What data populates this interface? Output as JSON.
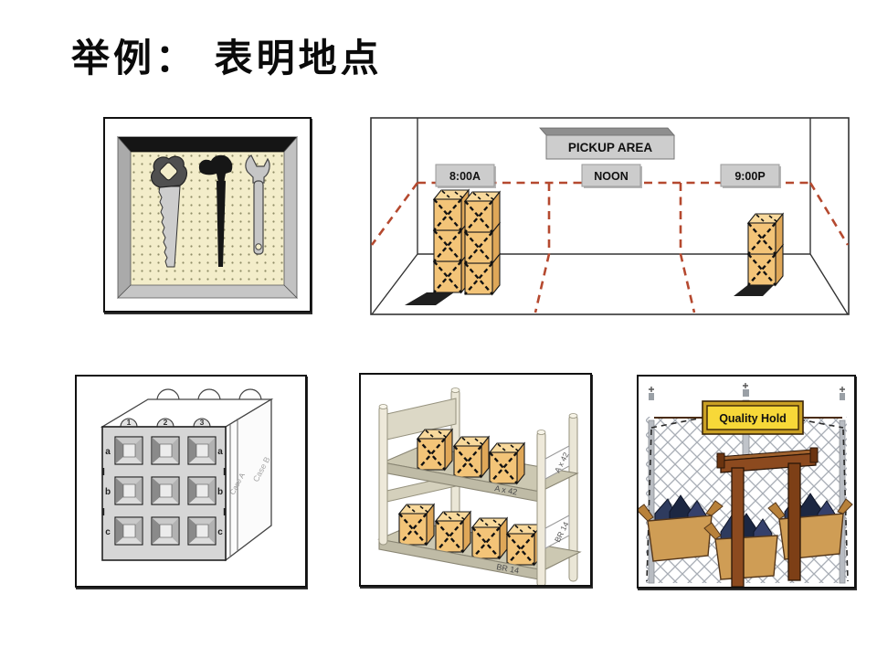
{
  "title": "举例： 表明地点",
  "pickup_area": {
    "sign": "PICKUP AREA",
    "time_labels": [
      "8:00A",
      "NOON",
      "9:00P"
    ]
  },
  "case_bin": {
    "column_labels": [
      "1",
      "2",
      "3"
    ],
    "row_labels_left": [
      "a",
      "b",
      "c"
    ],
    "row_labels_right": [
      "a",
      "b",
      "c"
    ],
    "case_labels": [
      "Case A",
      "Case B"
    ]
  },
  "shelf_rack": {
    "top_shelf_label": "A x 42",
    "top_tag_label": "A x 42",
    "bottom_shelf_label": "BR 14",
    "bottom_tag_label": "BR 14"
  },
  "quality_hold": {
    "sign_label": "Quality Hold"
  },
  "colors": {
    "dash_red": "#b5492f",
    "crate_tan": "#f3c478",
    "sign_yellow": "#f7d838",
    "wood_brown": "#8c4a1f",
    "pegboard_cream": "#f3edca"
  }
}
